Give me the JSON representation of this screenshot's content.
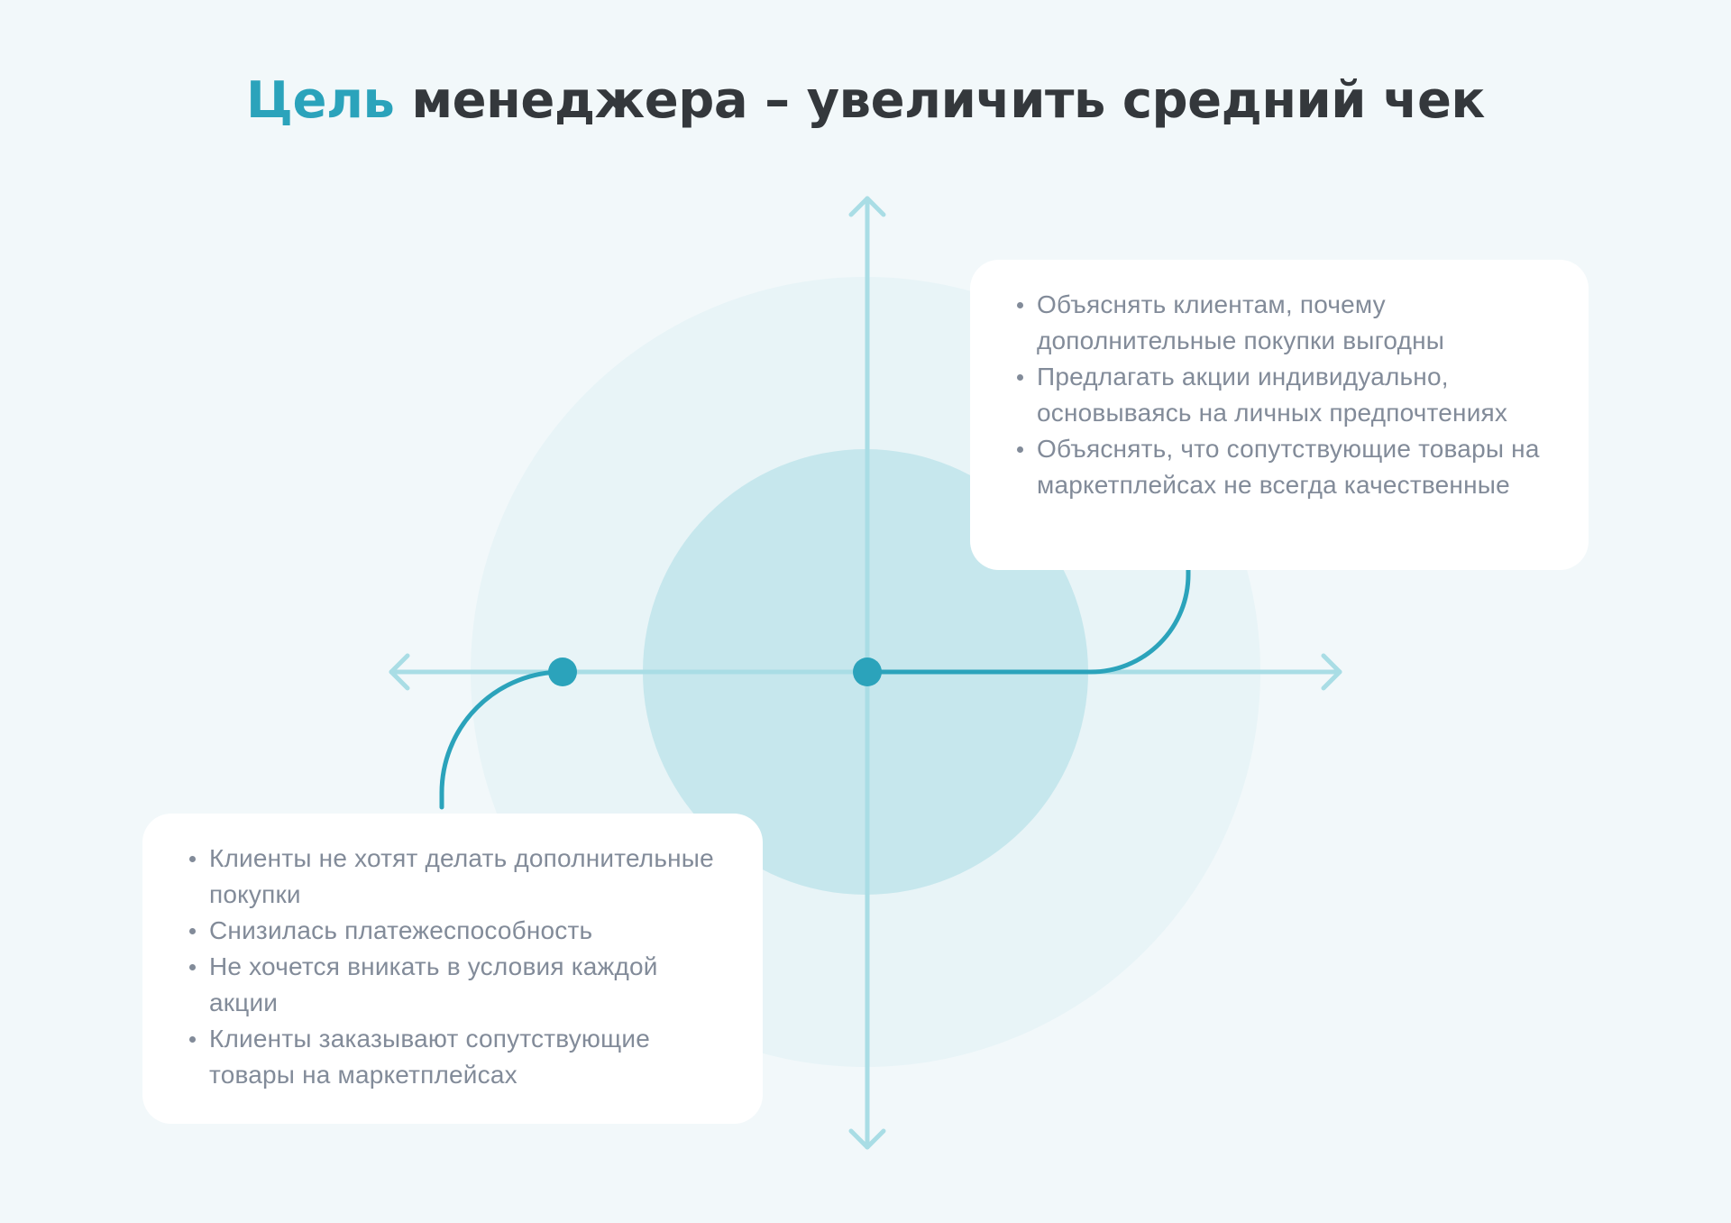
{
  "title": {
    "accent": "Цель",
    "rest": " менеджера – увеличить средний чек"
  },
  "colors": {
    "background": "#f2f8fa",
    "accent": "#2ba3bb",
    "axis": "#a9dde5",
    "outer_circle": "#e8f4f7",
    "inner_circle": "#c6e7ed",
    "text": "#828b99",
    "title": "#34383c"
  },
  "solutions_card": {
    "items": [
      "Объяснять клиентам, почему дополнительные покупки выгодны",
      "Предлагать акции индивидуально, основываясь на личных предпочтениях",
      "Объяснять, что сопутствующие товары на маркетплейсах не всегда качественные"
    ]
  },
  "problems_card": {
    "items": [
      "Клиенты не хотят делать дополнительные покупки",
      "Снизилась платежеспособность",
      "Не хочется вникать в условия каждой акции",
      "Клиенты заказывают сопутствующие товары на маркетплейсах"
    ]
  }
}
